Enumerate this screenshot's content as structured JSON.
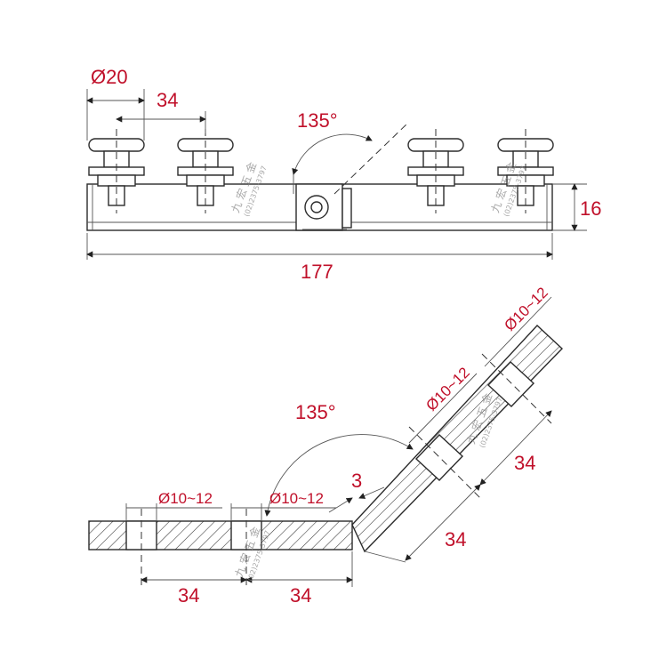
{
  "top_view": {
    "dims": {
      "diameter": "Ø20",
      "spacing": "34",
      "angle": "135°",
      "height": "16",
      "length": "177"
    },
    "watermark": {
      "brand": "九 宏 五 金",
      "phone": "(02)2375-3797"
    }
  },
  "section_view": {
    "dims": {
      "angle": "135°",
      "offset": "3",
      "hole_1": "Ø10~12",
      "hole_2": "Ø10~12",
      "hole_3": "Ø10~12",
      "hole_4": "Ø10~12",
      "spacing_1": "34",
      "spacing_2": "34",
      "spacing_3": "34",
      "spacing_4": "34"
    },
    "watermark": {
      "brand": "九 宏 五 金",
      "phone": "(02)2375-3797"
    }
  },
  "colors": {
    "dimension": "#c0102a",
    "line": "#2b2b2b"
  }
}
